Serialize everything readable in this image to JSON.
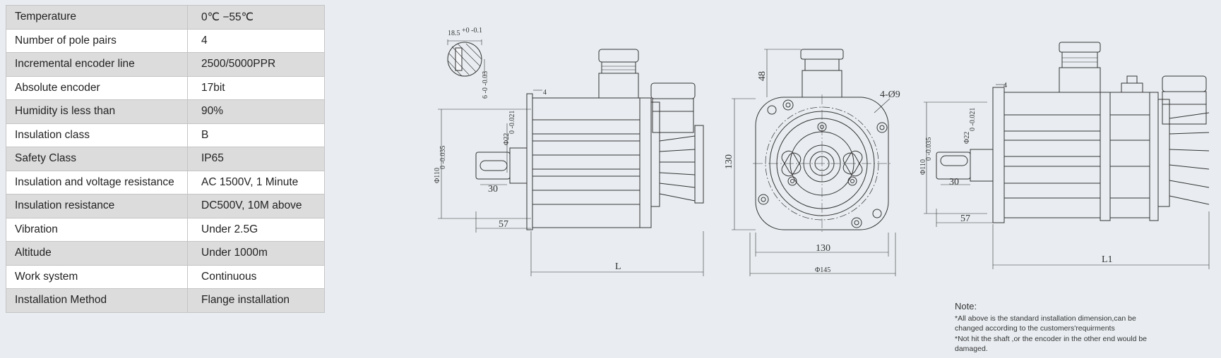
{
  "specs": [
    {
      "label": "Temperature",
      "value": "0℃ −55℃"
    },
    {
      "label": "Number of pole pairs",
      "value": "4"
    },
    {
      "label": "Incremental encoder line",
      "value": "2500/5000PPR"
    },
    {
      "label": "Absolute encoder",
      "value": "17bit"
    },
    {
      "label": "Humidity is less than",
      "value": "90%"
    },
    {
      "label": "Insulation class",
      "value": "B"
    },
    {
      "label": "Safety Class",
      "value": "IP65"
    },
    {
      "label": "Insulation and voltage resistance",
      "value": "AC 1500V, 1 Minute"
    },
    {
      "label": "Insulation resistance",
      "value": "DC500V, 10M above"
    },
    {
      "label": "Vibration",
      "value": "Under 2.5G"
    },
    {
      "label": "Altitude",
      "value": "Under 1000m"
    },
    {
      "label": "Work system",
      "value": "Continuous"
    },
    {
      "label": "Installation Method",
      "value": "Flange installation"
    }
  ],
  "drawing": {
    "key_width": "18.5",
    "key_width_tol": "+0 -0.1",
    "key_depth_tol": "6 -0 -0.03",
    "side_flange_thickness": "4",
    "shaft_diameter": "Φ22",
    "shaft_tol": "0 -0.021",
    "spigot_diameter": "Φ110",
    "spigot_tol": "0 -0.035",
    "key_length": "30",
    "shaft_length": "57",
    "total_length": "L",
    "connector_height": "48",
    "holes": "4-Ø9",
    "flange_size": "130",
    "bolt_circle": "Φ145",
    "total_length_2": "L1"
  },
  "note": {
    "title": "Note:",
    "line1": "*All above is the standard installation dimension,can be",
    "line2": " changed according to the customers'requirments",
    "line3": "*Not hit the shaft ,or the encoder in the other end would be",
    "line4": " damaged."
  }
}
